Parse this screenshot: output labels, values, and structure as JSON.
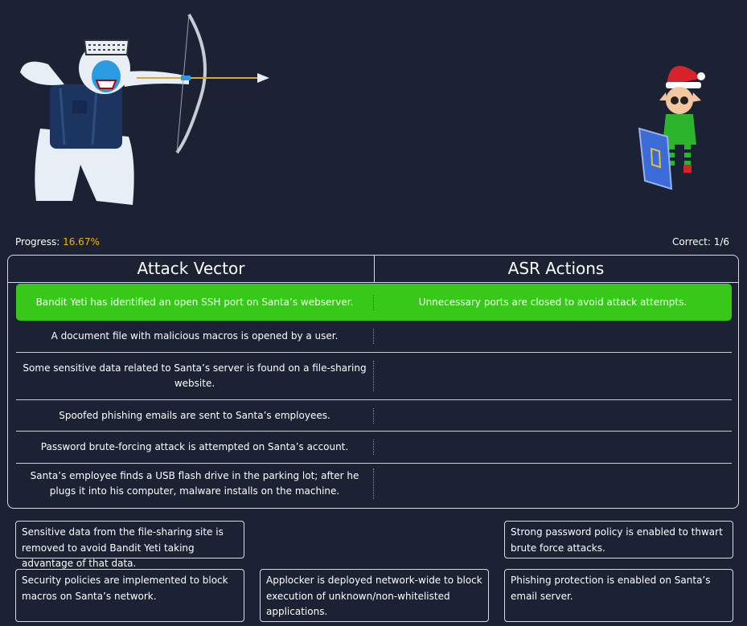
{
  "progress": {
    "label": "Progress:",
    "value": "16.67%"
  },
  "correct": {
    "label": "Correct: 1/6"
  },
  "table": {
    "headers": {
      "attack": "Attack Vector",
      "asr": "ASR Actions"
    },
    "rows": [
      {
        "attack": "Bandit Yeti has identified an open SSH port on Santa’s webserver.",
        "action": "Unnecessary ports are closed to avoid attack attempts.",
        "status": "correct"
      },
      {
        "attack": "A document file with malicious macros is opened by a user.",
        "action": ""
      },
      {
        "attack": "Some sensitive data related to Santa’s server is found on a file-sharing website.",
        "action": ""
      },
      {
        "attack": "Spoofed phishing emails are sent to Santa’s employees.",
        "action": ""
      },
      {
        "attack": "Password brute-forcing attack is attempted on Santa’s account.",
        "action": ""
      },
      {
        "attack": "Santa’s employee finds a USB flash drive in the parking lot; after he plugs it into his computer, malware installs on the machine.",
        "action": ""
      }
    ]
  },
  "cards": [
    {
      "text": "Sensitive data from the file-sharing site is removed to avoid Bandit Yeti taking advantage of that data."
    },
    {
      "text": "Strong password policy is enabled to thwart brute force attacks."
    },
    {
      "text": "Security policies are implemented to block macros on Santa’s network."
    },
    {
      "text": "Applocker is deployed network-wide to block execution of unknown/non-whitelisted applications."
    },
    {
      "text": "Phishing protection is enabled on Santa’s email server."
    }
  ],
  "colors": {
    "background": "#1b2233",
    "correct": "#37c819",
    "progress_value": "#f5b400"
  },
  "illustrations": {
    "attacker": "bandit-yeti-archer",
    "defender": "elf-with-shield"
  }
}
